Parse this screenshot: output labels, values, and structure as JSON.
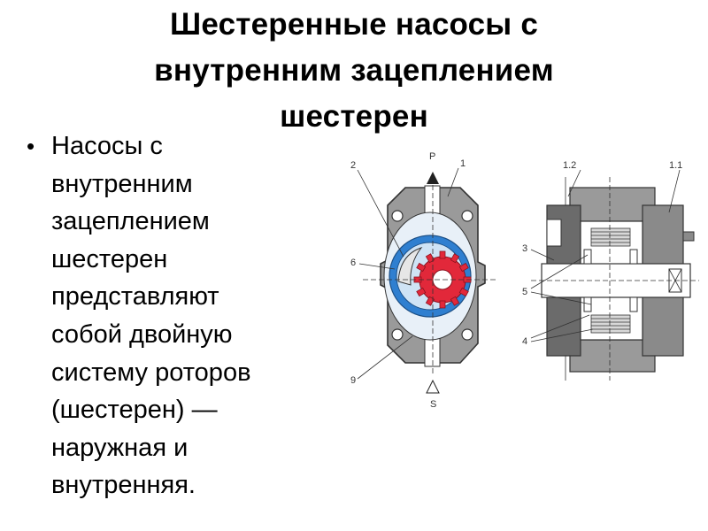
{
  "slide": {
    "title_lines": [
      "Шестеренные насосы с",
      "внутренним зацеплением",
      "шестерен"
    ],
    "bullet_marker": "•",
    "bullet_lines": [
      "Насосы с",
      "внутренним",
      "зацеплением",
      "шестерен",
      "представляют",
      "собой двойную",
      "систему роторов",
      "(шестерен) —",
      "наружная и",
      "внутренняя."
    ]
  },
  "diagram": {
    "labels": {
      "pressure_port": "P",
      "suction_port": "S",
      "front_1": "1",
      "front_2": "2",
      "front_6": "6",
      "front_9": "9",
      "side_1_2": "1.2",
      "side_1_1": "1.1",
      "side_3": "3",
      "side_5": "5",
      "side_4": "4"
    },
    "colors": {
      "housing": "#9a9a9a",
      "housing_dark": "#6b6b6b",
      "outer_gear": "#2f7fd0",
      "inner_gear": "#e2283a",
      "light_ring": "#cfe3f5",
      "line": "#333333"
    }
  }
}
